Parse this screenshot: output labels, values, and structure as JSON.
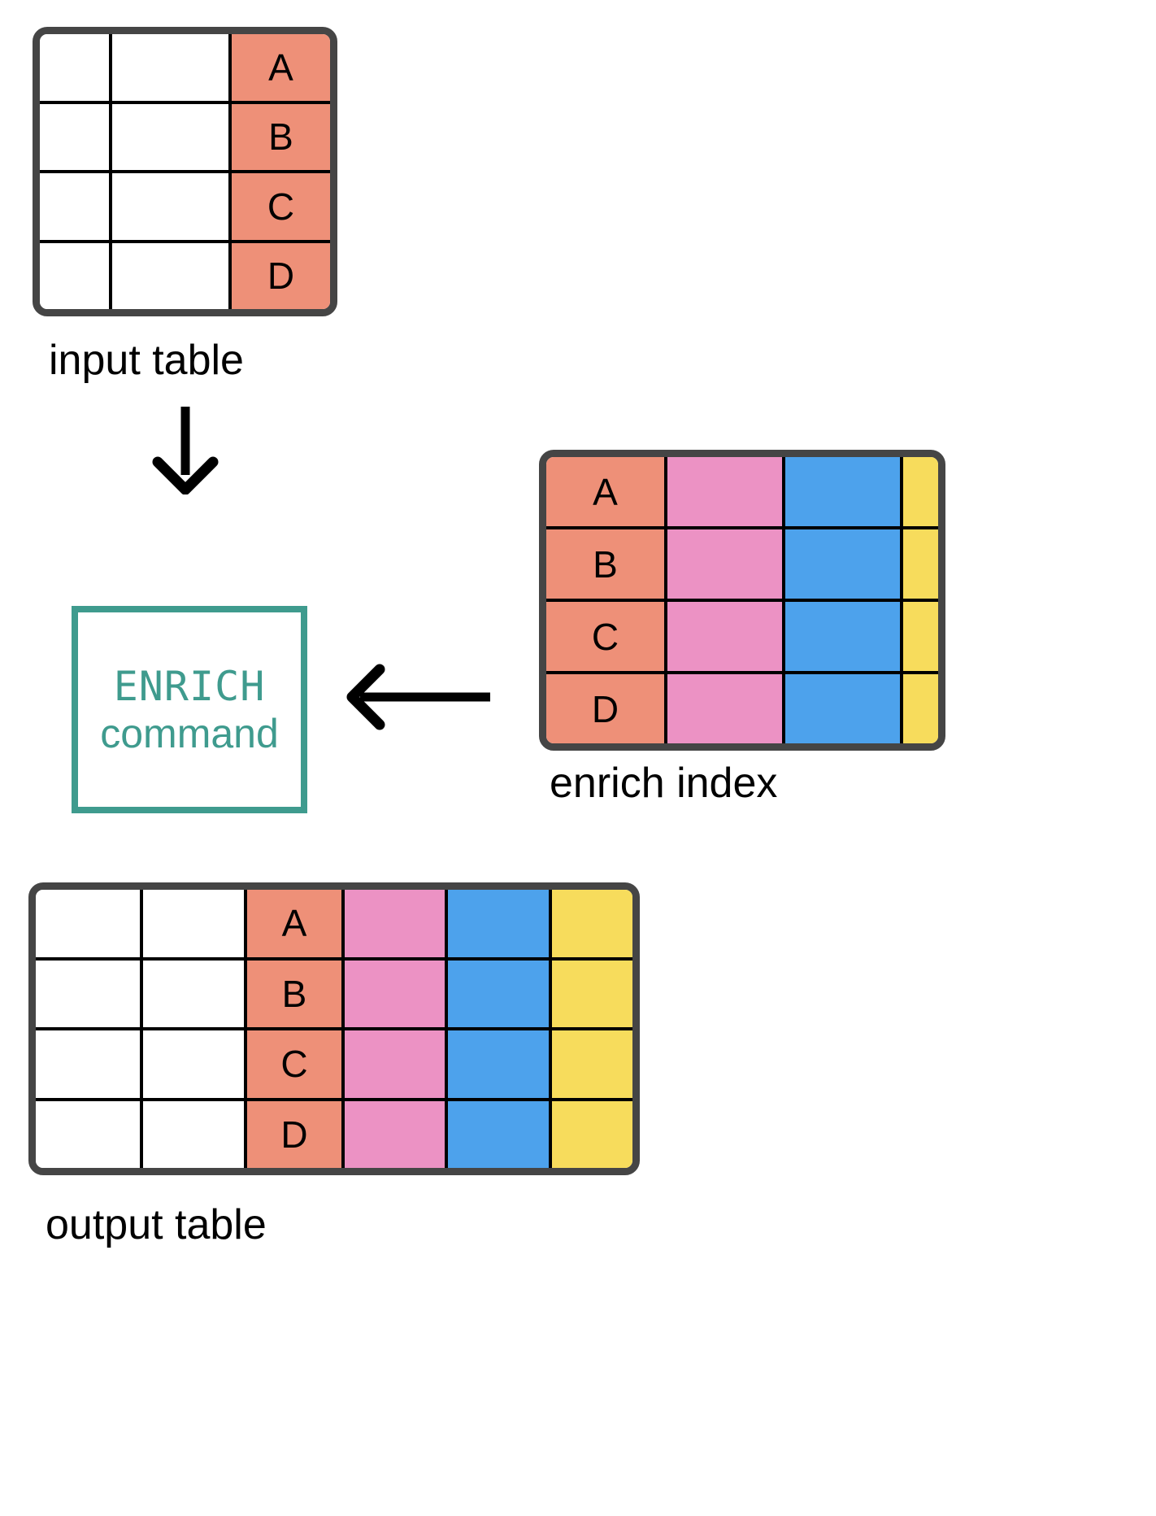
{
  "palette": {
    "key_salmon": "#EE9078",
    "pink": "#EC92C4",
    "blue": "#4DA2EC",
    "yellow": "#F7DC5C",
    "white": "#FFFFFF",
    "table_border": "#454545",
    "cell_line": "#000000",
    "command_teal": "#3F9B8E",
    "arrow": "#000000"
  },
  "input_table": {
    "caption": "input table",
    "columns": [
      {
        "name": "col-1",
        "fill": "#FFFFFF",
        "width": 85
      },
      {
        "name": "col-2",
        "fill": "#FFFFFF",
        "width": 147
      },
      {
        "name": "key-col",
        "fill": "#EE9078",
        "width": 125
      }
    ],
    "rows": [
      {
        "cells": [
          "",
          "",
          "A"
        ]
      },
      {
        "cells": [
          "",
          "",
          "B"
        ]
      },
      {
        "cells": [
          "",
          "",
          "C"
        ]
      },
      {
        "cells": [
          "",
          "",
          "D"
        ]
      }
    ]
  },
  "command": {
    "line1": "ENRICH",
    "line2": "command"
  },
  "enrich_index": {
    "caption": "enrich index",
    "columns": [
      {
        "name": "key-col",
        "fill": "#EE9078",
        "width": 145
      },
      {
        "name": "enrich-col-1",
        "fill": "#EC92C4",
        "width": 145
      },
      {
        "name": "enrich-col-2",
        "fill": "#4DA2EC",
        "width": 145
      },
      {
        "name": "enrich-col-3",
        "fill": "#F7DC5C",
        "width": 143
      }
    ],
    "rows": [
      {
        "cells": [
          "A",
          "",
          "",
          ""
        ]
      },
      {
        "cells": [
          "B",
          "",
          "",
          ""
        ]
      },
      {
        "cells": [
          "C",
          "",
          "",
          ""
        ]
      },
      {
        "cells": [
          "D",
          "",
          "",
          ""
        ]
      }
    ]
  },
  "output_table": {
    "caption": "output table",
    "columns": [
      {
        "name": "col-1",
        "fill": "#FFFFFF",
        "width": 128
      },
      {
        "name": "col-2",
        "fill": "#FFFFFF",
        "width": 128
      },
      {
        "name": "key-col",
        "fill": "#EE9078",
        "width": 120
      },
      {
        "name": "enrich-col-1",
        "fill": "#EC92C4",
        "width": 127
      },
      {
        "name": "enrich-col-2",
        "fill": "#4DA2EC",
        "width": 128
      },
      {
        "name": "enrich-col-3",
        "fill": "#F7DC5C",
        "width": 120
      }
    ],
    "rows": [
      {
        "cells": [
          "",
          "",
          "A",
          "",
          "",
          ""
        ]
      },
      {
        "cells": [
          "",
          "",
          "B",
          "",
          "",
          ""
        ]
      },
      {
        "cells": [
          "",
          "",
          "C",
          "",
          "",
          ""
        ]
      },
      {
        "cells": [
          "",
          "",
          "D",
          "",
          "",
          ""
        ]
      }
    ]
  },
  "arrows": [
    {
      "name": "input-to-command",
      "direction": "down"
    },
    {
      "name": "enrich-index-to-command",
      "direction": "left"
    },
    {
      "name": "command-to-output",
      "direction": "down"
    }
  ]
}
